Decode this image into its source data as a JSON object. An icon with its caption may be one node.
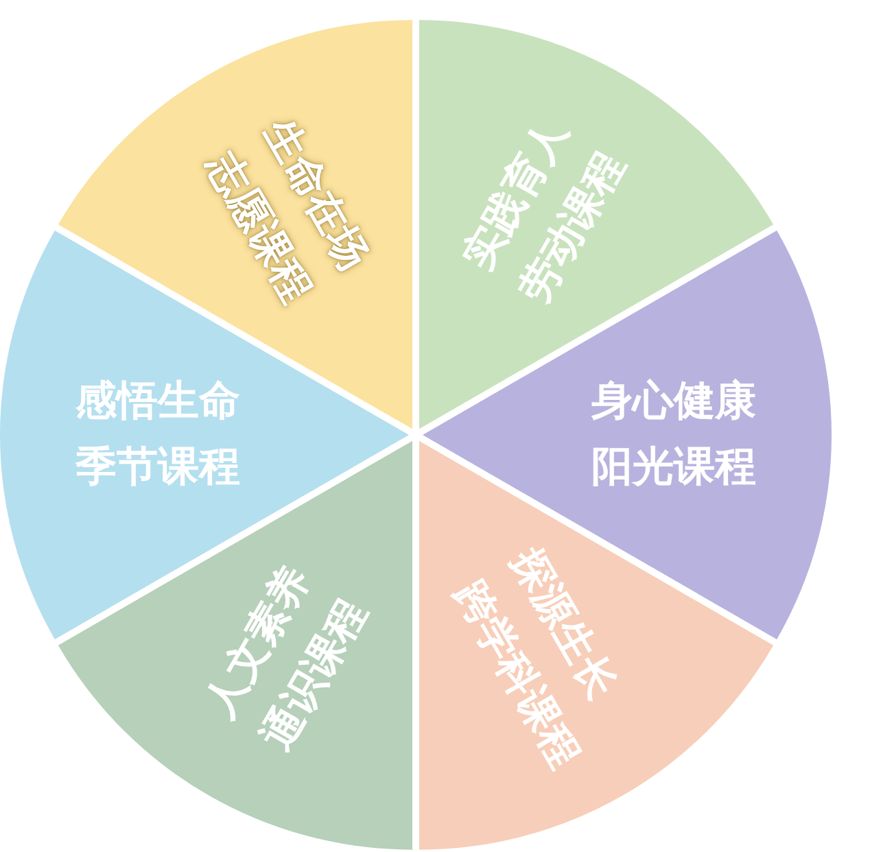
{
  "diagram": {
    "nodes": [
      {
        "text": [
          "生命在场",
          "志愿课程"
        ]
      },
      {
        "text": [
          "实践育人",
          "劳动课程"
        ]
      },
      {
        "text": [
          "身心健康",
          "阳光课程"
        ]
      },
      {
        "text": [
          "探源生长",
          "跨学科课程"
        ]
      },
      {
        "text": [
          "人文素养",
          "通识课程"
        ]
      },
      {
        "text": [
          "感悟生命",
          "季节课程"
        ]
      }
    ]
  }
}
